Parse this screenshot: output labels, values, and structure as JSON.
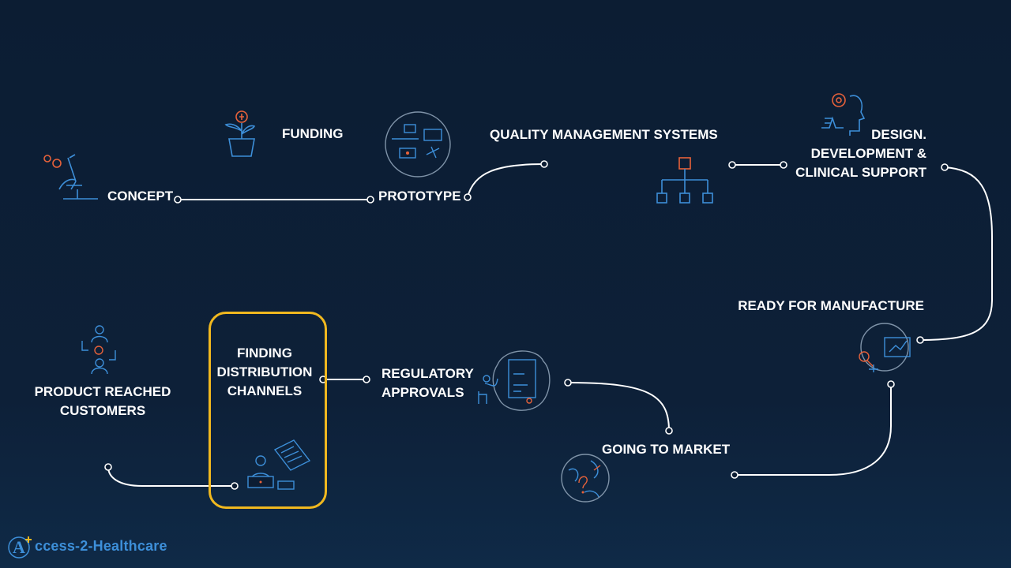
{
  "steps": {
    "concept": "CONCEPT",
    "funding": "FUNDING",
    "prototype": "PROTOTYPE",
    "qms": "QUALITY MANAGEMENT SYSTEMS",
    "design": "DESIGN.\nDEVELOPMENT &\nCLINICAL SUPPORT",
    "manufacture": "READY FOR MANUFACTURE",
    "market": "GOING TO MARKET",
    "regulatory": "REGULATORY\nAPPROVALS",
    "distribution": "FINDING\nDISTRIBUTION\nCHANNELS",
    "customers": "PRODUCT REACHED\nCUSTOMERS"
  },
  "icons": {
    "concept": "microscope-idea-icon",
    "funding": "money-plant-icon",
    "prototype": "prototype-devices-icon",
    "qms": "org-chart-icon",
    "design": "head-gear-icon",
    "manufacture": "globe-analytics-icon",
    "market": "globe-question-icon",
    "regulatory": "fda-document-icon",
    "distribution": "person-laptop-icon",
    "customers": "customer-exchange-icon"
  },
  "colors": {
    "accent_orange": "#e8623a",
    "icon_blue": "#3d8fd9",
    "highlight": "#f0b81f",
    "connector": "#ffffff"
  },
  "highlighted_step": "distribution",
  "logo": {
    "text": "ccess-2-Healthcare",
    "mark": "A"
  }
}
